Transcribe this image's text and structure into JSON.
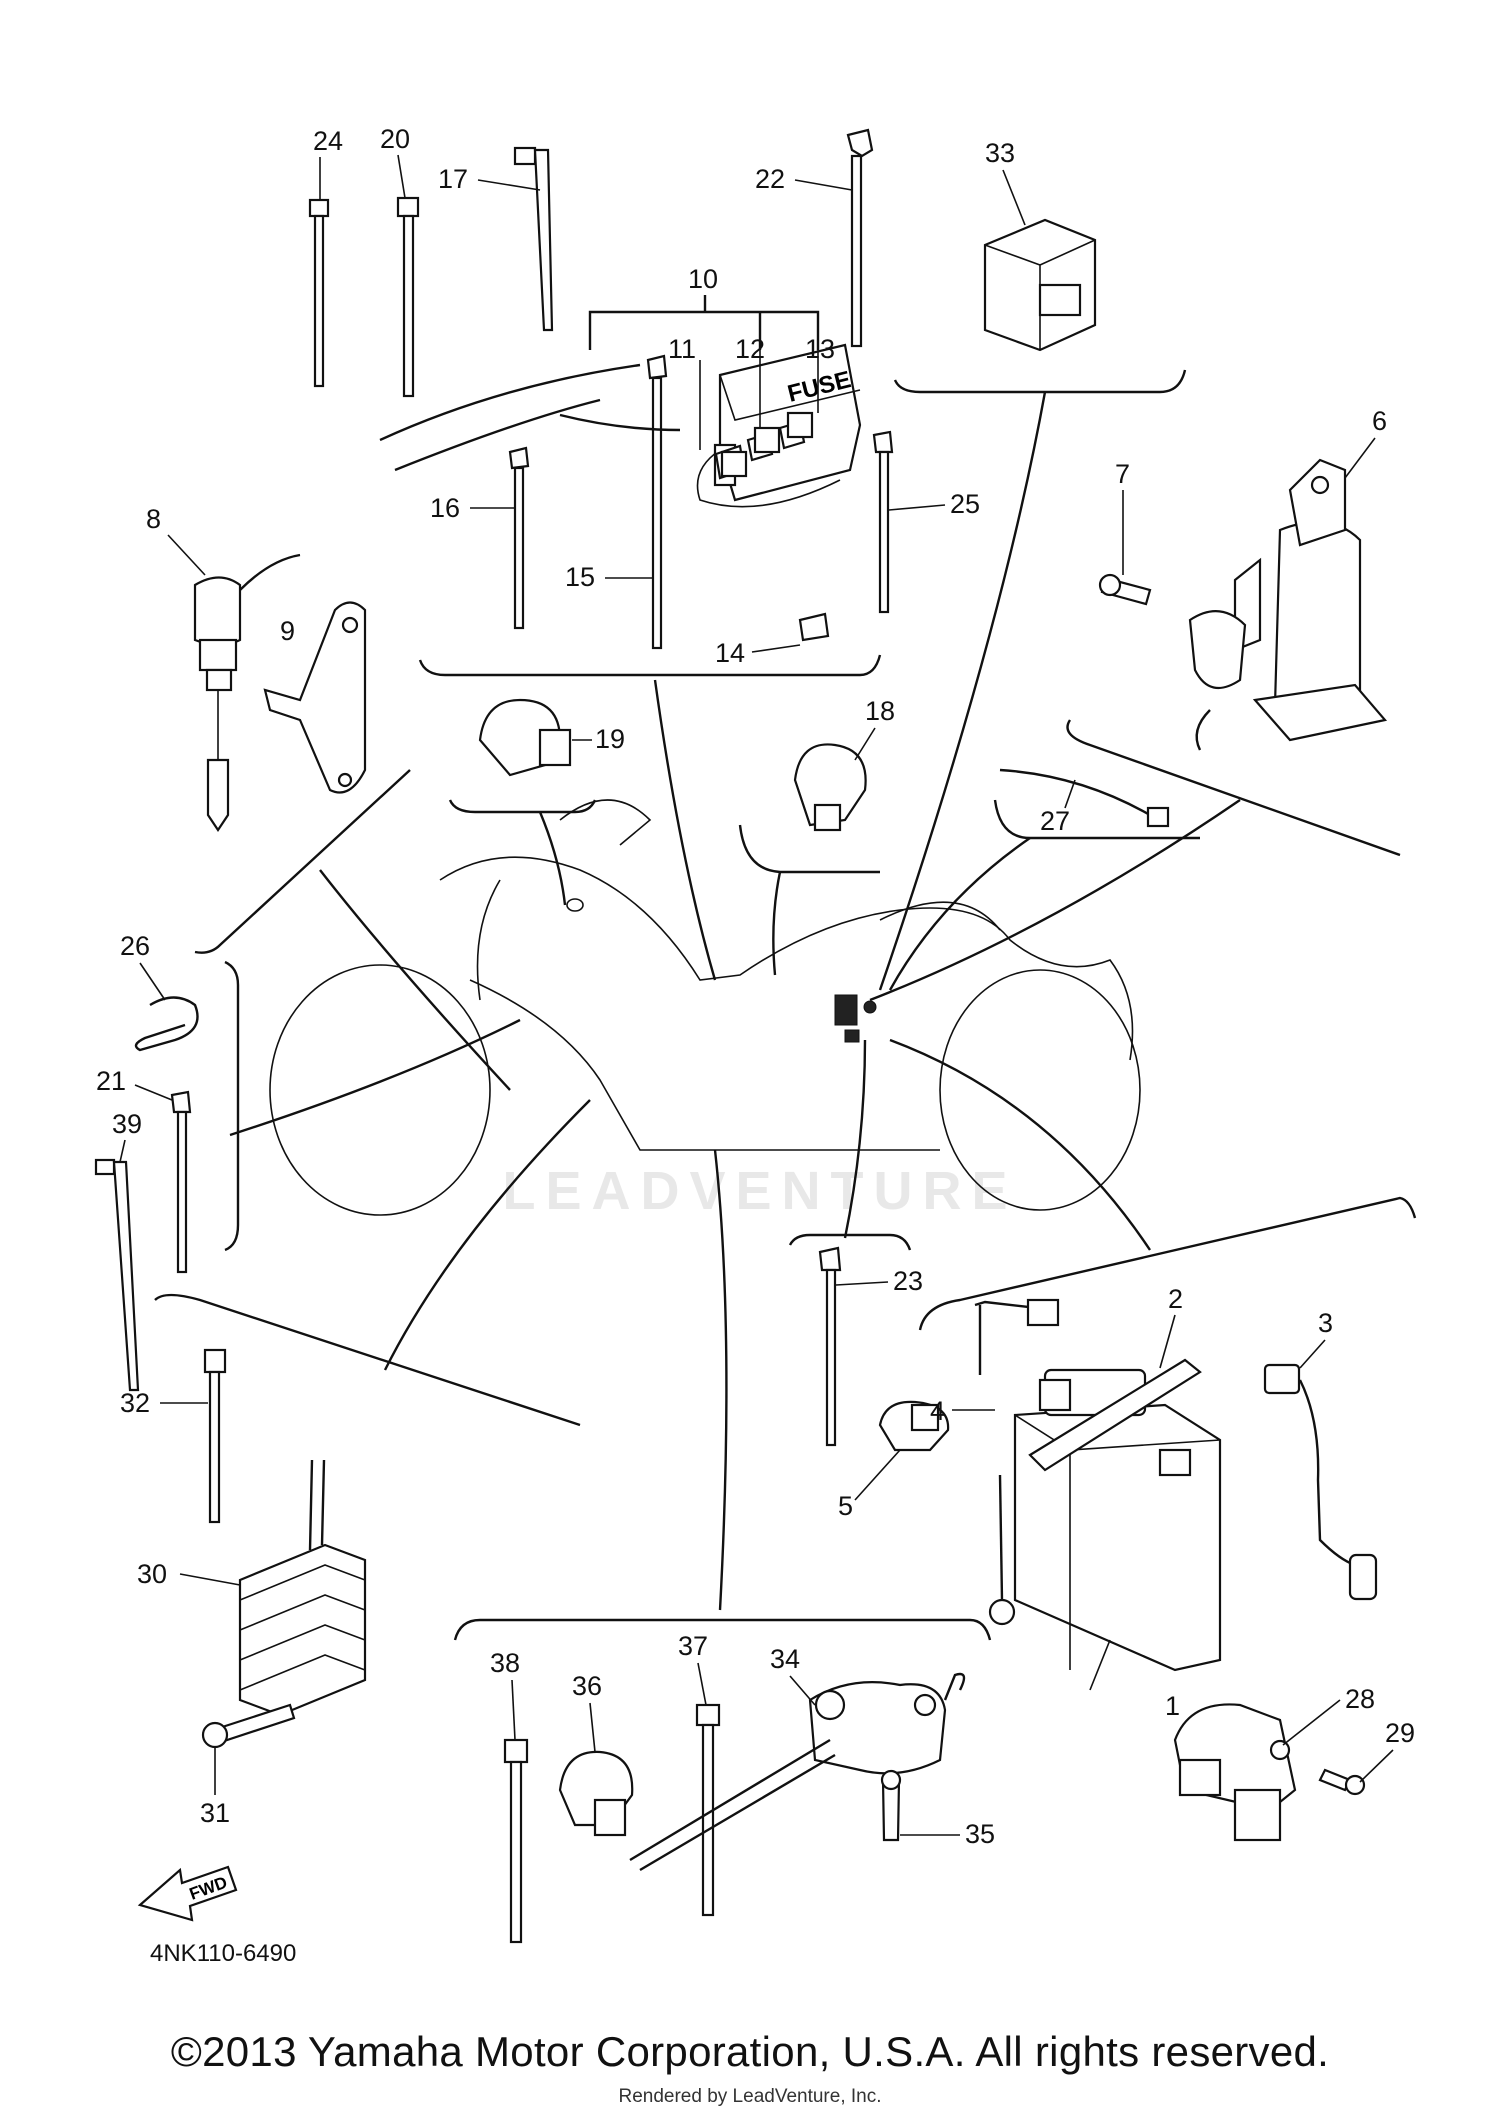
{
  "diagram": {
    "catalog_number": "4NK110-6490",
    "fwd_arrow_label": "FWD",
    "fuse_box_label": "FUSE",
    "watermark": "LEADVENTURE",
    "part_labels": {
      "p1": "1",
      "p2": "2",
      "p3": "3",
      "p4": "4",
      "p5": "5",
      "p6": "6",
      "p7": "7",
      "p8": "8",
      "p9": "9",
      "p10": "10",
      "p11": "11",
      "p12": "12",
      "p13": "13",
      "p14": "14",
      "p15": "15",
      "p16": "16",
      "p17": "17",
      "p18": "18",
      "p19": "19",
      "p20": "20",
      "p21": "21",
      "p22": "22",
      "p23": "23",
      "p24": "24",
      "p25": "25",
      "p26": "26",
      "p27": "27",
      "p28": "28",
      "p29": "29",
      "p30": "30",
      "p31": "31",
      "p32": "32",
      "p33": "33",
      "p34": "34",
      "p35": "35",
      "p36": "36",
      "p37": "37",
      "p38": "38",
      "p39": "39"
    }
  },
  "footer": {
    "copyright": "©2013 Yamaha Motor Corporation, U.S.A. All rights reserved.",
    "rendered_by": "Rendered by LeadVenture, Inc."
  }
}
